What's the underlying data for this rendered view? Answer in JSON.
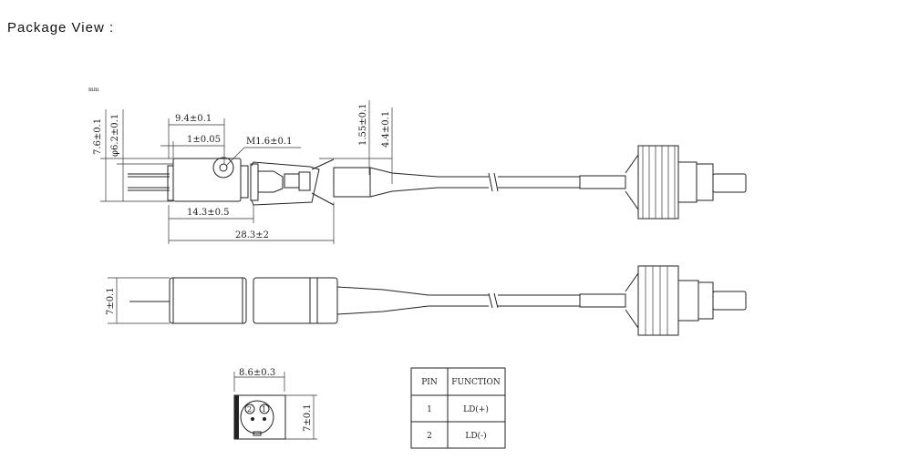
{
  "page": {
    "title": "Package View :"
  },
  "drawing": {
    "unit": "mm",
    "dims_top": {
      "height_outer": "7.6±0.1",
      "diameter": "φ6.2±0.1",
      "len_a": "9.4±0.1",
      "len_b": "1±0.05",
      "thread": "M1.6±0.1",
      "len_body": "14.3±0.5",
      "len_total": "28.3±2",
      "cable_inner": "1.55±0.1",
      "cable_outer": "4.4±0.1"
    },
    "dims_side": {
      "height": "7±0.1"
    },
    "dims_end": {
      "width": "8.6±0.3",
      "height": "7±0.1",
      "pin1": "1",
      "pin2": "2"
    }
  },
  "pin_table": {
    "headers": [
      "PIN",
      "FUNCTION"
    ],
    "rows": [
      {
        "pin": "1",
        "function": "LD(+)"
      },
      {
        "pin": "2",
        "function": "LD(-)"
      }
    ]
  }
}
